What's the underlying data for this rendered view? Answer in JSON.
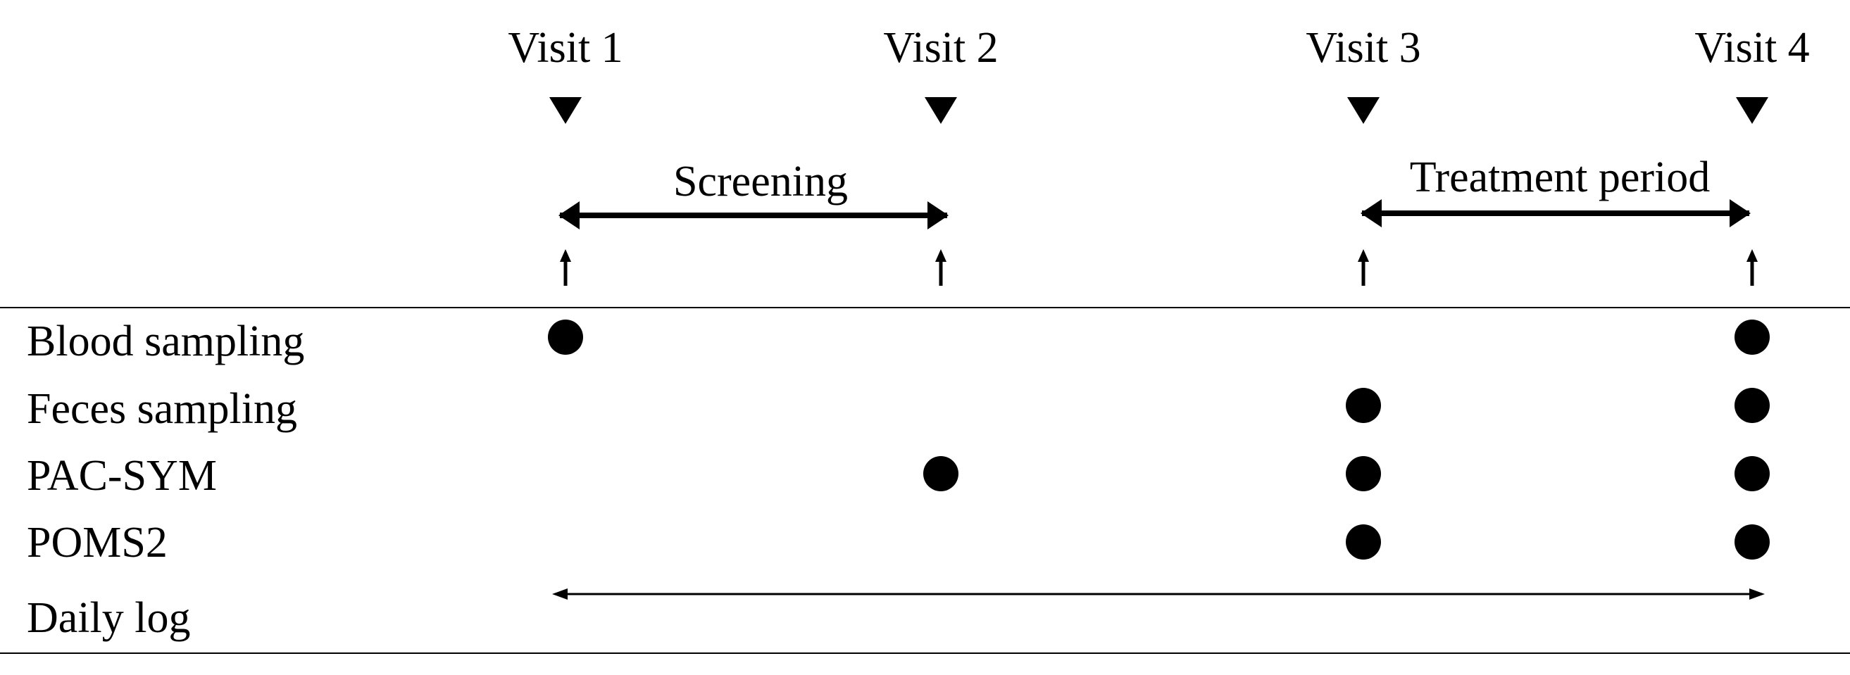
{
  "visits": [
    {
      "label": "Visit 1"
    },
    {
      "label": "Visit 2"
    },
    {
      "label": "Visit 3"
    },
    {
      "label": "Visit 4"
    }
  ],
  "periods": [
    {
      "label": "Screening",
      "from_visit": 1,
      "to_visit": 2
    },
    {
      "label": "Treatment period",
      "from_visit": 3,
      "to_visit": 4
    }
  ],
  "rows": [
    {
      "label": "Blood sampling",
      "visits": [
        1,
        4
      ]
    },
    {
      "label": "Feces sampling",
      "visits": [
        3,
        4
      ]
    },
    {
      "label": "PAC-SYM",
      "visits": [
        2,
        3,
        4
      ]
    },
    {
      "label": "POMS2",
      "visits": [
        3,
        4
      ]
    },
    {
      "label": "Daily log",
      "span": [
        1,
        4
      ]
    }
  ]
}
